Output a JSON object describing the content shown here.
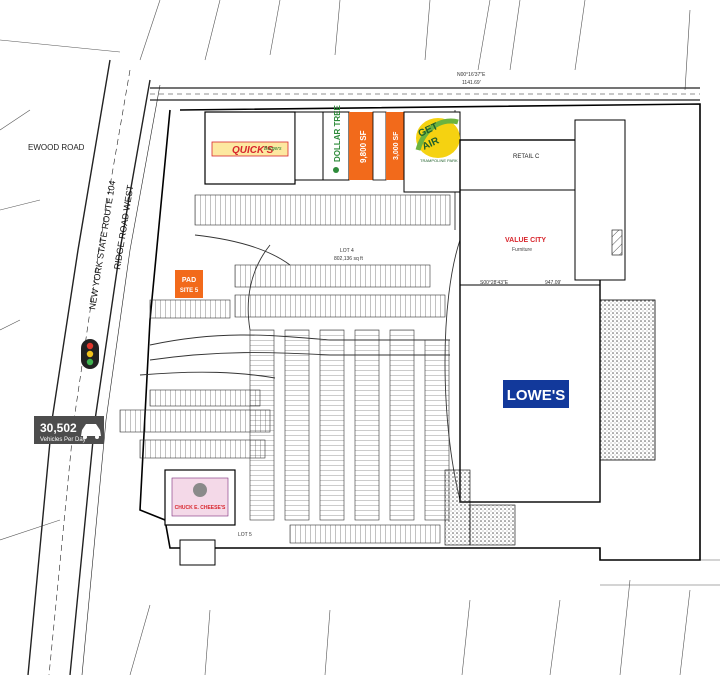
{
  "roads": {
    "route_name": "NEW YORK STATE ROUTE 104",
    "road_name": "RIDGE ROAD WEST",
    "side_road": "EWOOD ROAD"
  },
  "traffic": {
    "count": "30,502",
    "unit": "Vehicles Per Day"
  },
  "pads": {
    "pad_line1": "PAD",
    "pad_line2": "SITE 5",
    "space_a": "9,800 SF",
    "space_b": "3,000 SF"
  },
  "tenants": {
    "quick": "QUICK'S",
    "quick_sub": "Burgers",
    "dollar_tree": "DOLLAR TREE",
    "get_air_line1": "GET",
    "get_air_line2": "AIR",
    "get_air_sub": "TRAMPOLINE PARK",
    "retail_c": "RETAIL C",
    "value_city": "VALUE CITY",
    "value_city_sub": "Furniture",
    "lowes": "LOWE'S",
    "chuck_e": "CHUCK E. CHEESE'S"
  },
  "parcel": {
    "lot4": "LOT 4",
    "lot4_area": "802,136 sq ft",
    "lot5": "LOT 5",
    "bearing_top": "N00°16'37\"E",
    "dist_top": "1141.69'",
    "bearing_mid": "S00°28'43\"E",
    "dist_mid": "947.09'"
  },
  "colors": {
    "pad_orange": "#f26a1b",
    "lowes_blue": "#12399b",
    "get_air_green": "#6cb33f",
    "get_air_yellow": "#f5d211",
    "quick_red": "#d8262d",
    "traffic_gray": "#4d4d4d"
  },
  "icons": {
    "traffic_light": "traffic-light-icon",
    "car": "car-icon"
  }
}
